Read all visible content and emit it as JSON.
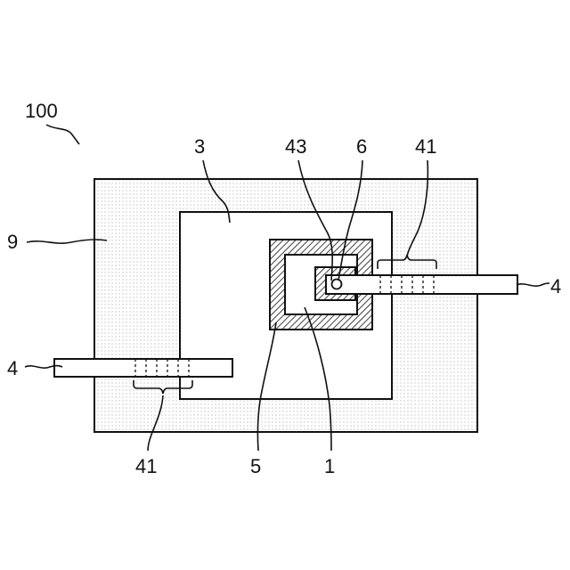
{
  "figure": {
    "labels": {
      "device": "100",
      "substrate": "9",
      "layer": "3",
      "contact": "43",
      "via": "6",
      "region_right": "41",
      "region_left": "41",
      "lead_right": "4",
      "lead_left": "4",
      "frame": "5",
      "chip": "1"
    }
  }
}
